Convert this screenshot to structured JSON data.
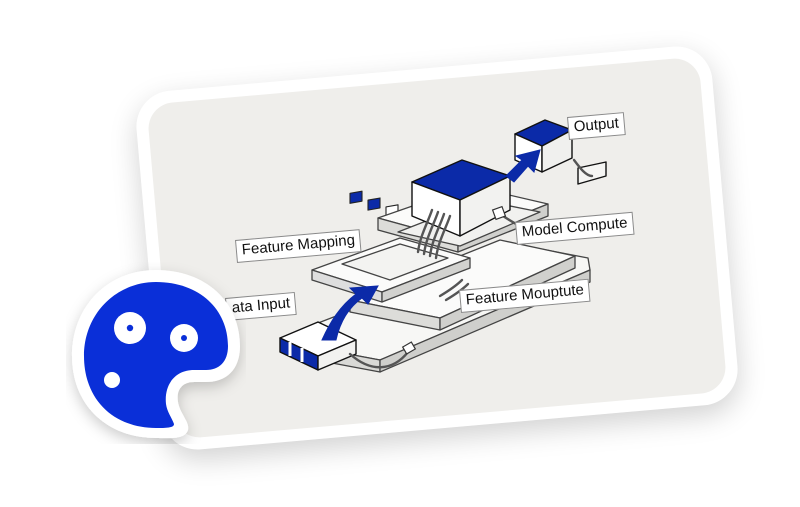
{
  "diagram": {
    "labels": {
      "output": "Output",
      "model_compute": "Model Compute",
      "feature_mapping": "Feature Mapping",
      "feature_output": "Feature Mouptute",
      "data_input": "ata Input"
    }
  },
  "colors": {
    "brand_blue": "#0a2fd8",
    "diagram_blue": "#0b2aa8",
    "card_bg": "#efeeeb"
  },
  "icons": [
    "palette-logo-icon"
  ]
}
